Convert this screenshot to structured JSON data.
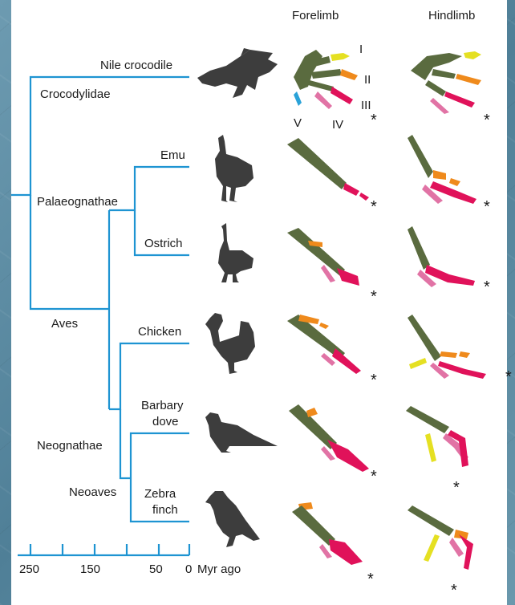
{
  "headers": {
    "forelimb": "Forelimb",
    "hindlimb": "Hindlimb"
  },
  "taxa": {
    "nile_crocodile": "Nile crocodile",
    "emu": "Emu",
    "ostrich": "Ostrich",
    "chicken": "Chicken",
    "barbary_dove_1": "Barbary",
    "barbary_dove_2": "dove",
    "zebra_finch_1": "Zebra",
    "zebra_finch_2": "finch"
  },
  "clades": {
    "crocodylidae": "Crocodylidae",
    "palaeognathae": "Palaeognathae",
    "aves": "Aves",
    "neognathae": "Neognathae",
    "neoaves": "Neoaves"
  },
  "digits": {
    "d1": "I",
    "d2": "II",
    "d3": "III",
    "d4": "IV",
    "d5": "V"
  },
  "axis": {
    "ticks": [
      "250",
      "150",
      "50",
      "0"
    ],
    "unit": "Myr ago"
  },
  "asterisk": "*",
  "colors": {
    "tree": "#1e94d2",
    "bone_base": "#5a6b3f",
    "digit_I": "#e5e022",
    "digit_II": "#ef8a1c",
    "digit_III": "#e0125a",
    "digit_IV": "#e173a5",
    "digit_V": "#2aa2d8"
  }
}
